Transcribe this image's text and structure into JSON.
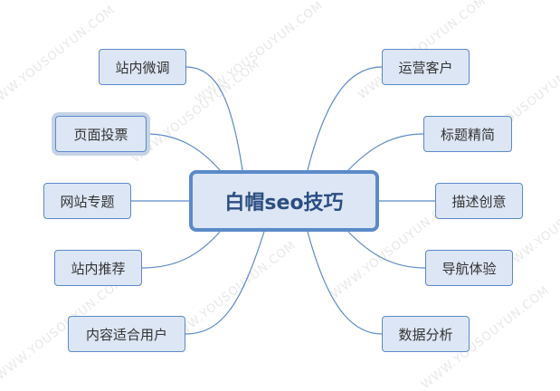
{
  "watermark": "WWW.YOUSOUYUN.COM",
  "colors": {
    "node_fill": "#dce6f4",
    "node_border": "#5b8ac9",
    "link_stroke": "#5b8ac9",
    "center_text": "#2b4d80",
    "text": "#333333",
    "selection_halo": "#c6d3e6"
  },
  "center": {
    "label": "白帽seo技巧"
  },
  "left_branches": [
    {
      "label": "站内微调"
    },
    {
      "label": "页面投票",
      "selected": true
    },
    {
      "label": "网站专题"
    },
    {
      "label": "站内推荐"
    },
    {
      "label": "内容适合用户"
    }
  ],
  "right_branches": [
    {
      "label": "运营客户"
    },
    {
      "label": "标题精简"
    },
    {
      "label": "描述创意"
    },
    {
      "label": "导航体验"
    },
    {
      "label": "数据分析"
    }
  ]
}
